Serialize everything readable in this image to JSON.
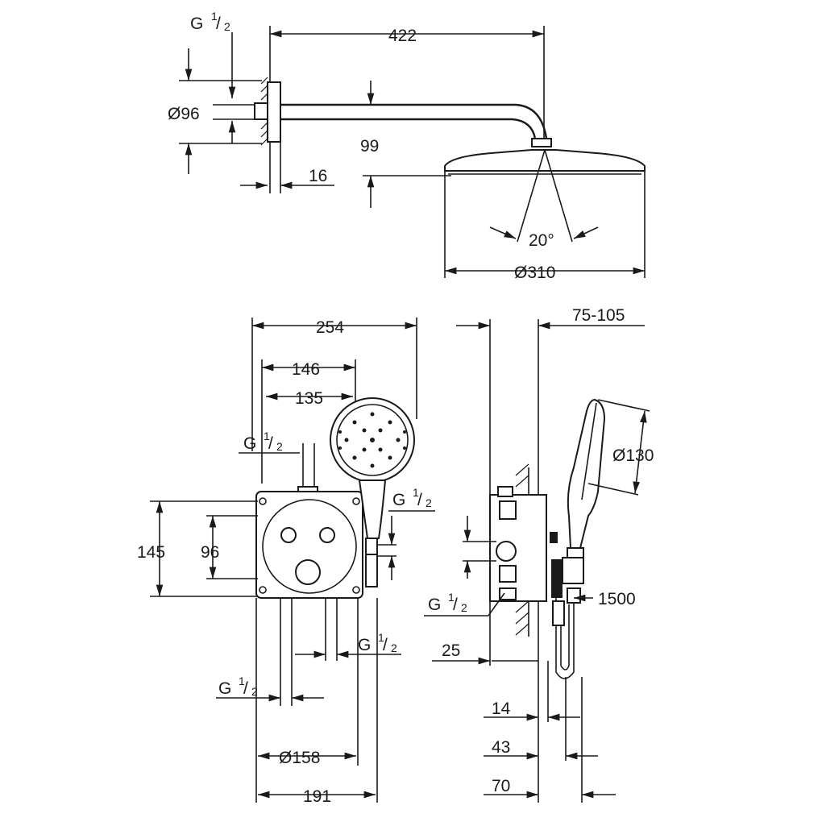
{
  "diagram": {
    "top_view": {
      "thread_label": "G",
      "thread_num": "1",
      "thread_den": "2",
      "length_422": "422",
      "dia_96": "Ø96",
      "drop_99": "99",
      "plate_16": "16",
      "angle_20": "20°",
      "dia_310": "Ø310"
    },
    "front_view": {
      "w_254": "254",
      "w_146": "146",
      "w_135": "135",
      "h_145": "145",
      "h_96": "96",
      "thread_left_top": "G",
      "thread_right": "G",
      "thread_bottom_right": "G",
      "thread_bottom_left": "G",
      "num": "1",
      "den": "2",
      "dia_158": "Ø158",
      "w_191": "191"
    },
    "side_view": {
      "range_75_105": "75-105",
      "dia_130": "Ø130",
      "hose_1500": "1500",
      "thread_left": "G",
      "num": "1",
      "den": "2",
      "d_25": "25",
      "d_14": "14",
      "d_43": "43",
      "d_70": "70"
    }
  }
}
